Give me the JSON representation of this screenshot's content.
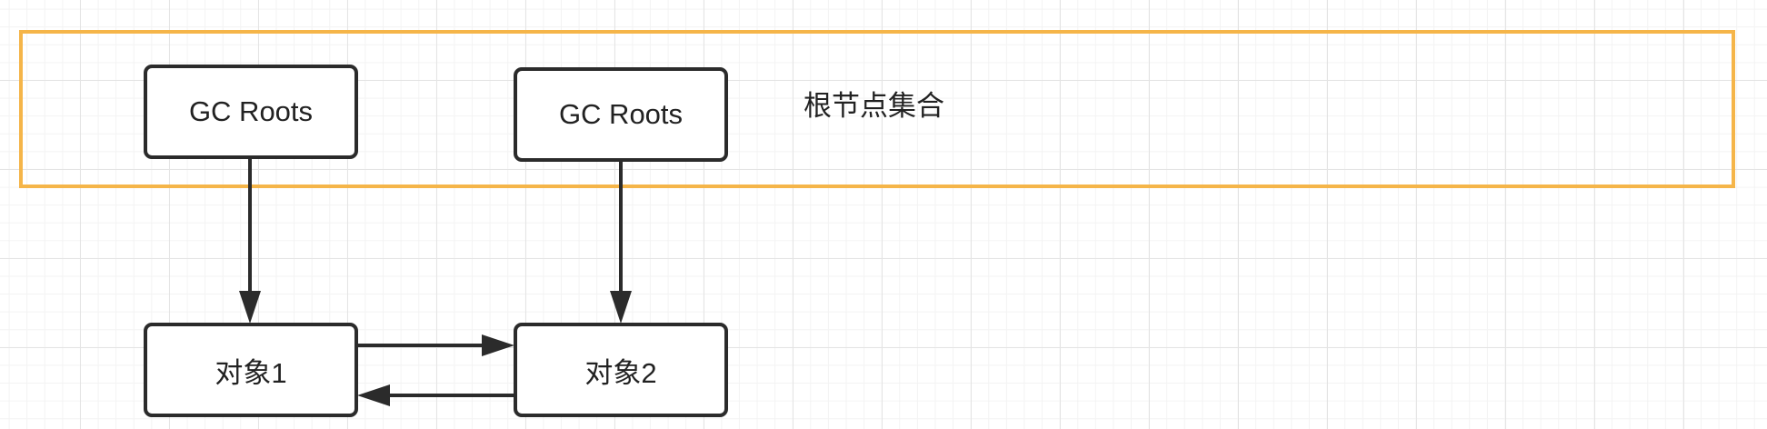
{
  "root_set": {
    "label": "根节点集合",
    "border_color": "#f5b549"
  },
  "nodes": {
    "gc_root_1": "GC Roots",
    "gc_root_2": "GC Roots",
    "object_1": "对象1",
    "object_2": "对象2"
  },
  "edges": [
    {
      "from": "GC Roots",
      "to": "对象1"
    },
    {
      "from": "GC Roots",
      "to": "对象2"
    },
    {
      "from": "对象1",
      "to": "对象2"
    },
    {
      "from": "对象2",
      "to": "对象1"
    }
  ]
}
